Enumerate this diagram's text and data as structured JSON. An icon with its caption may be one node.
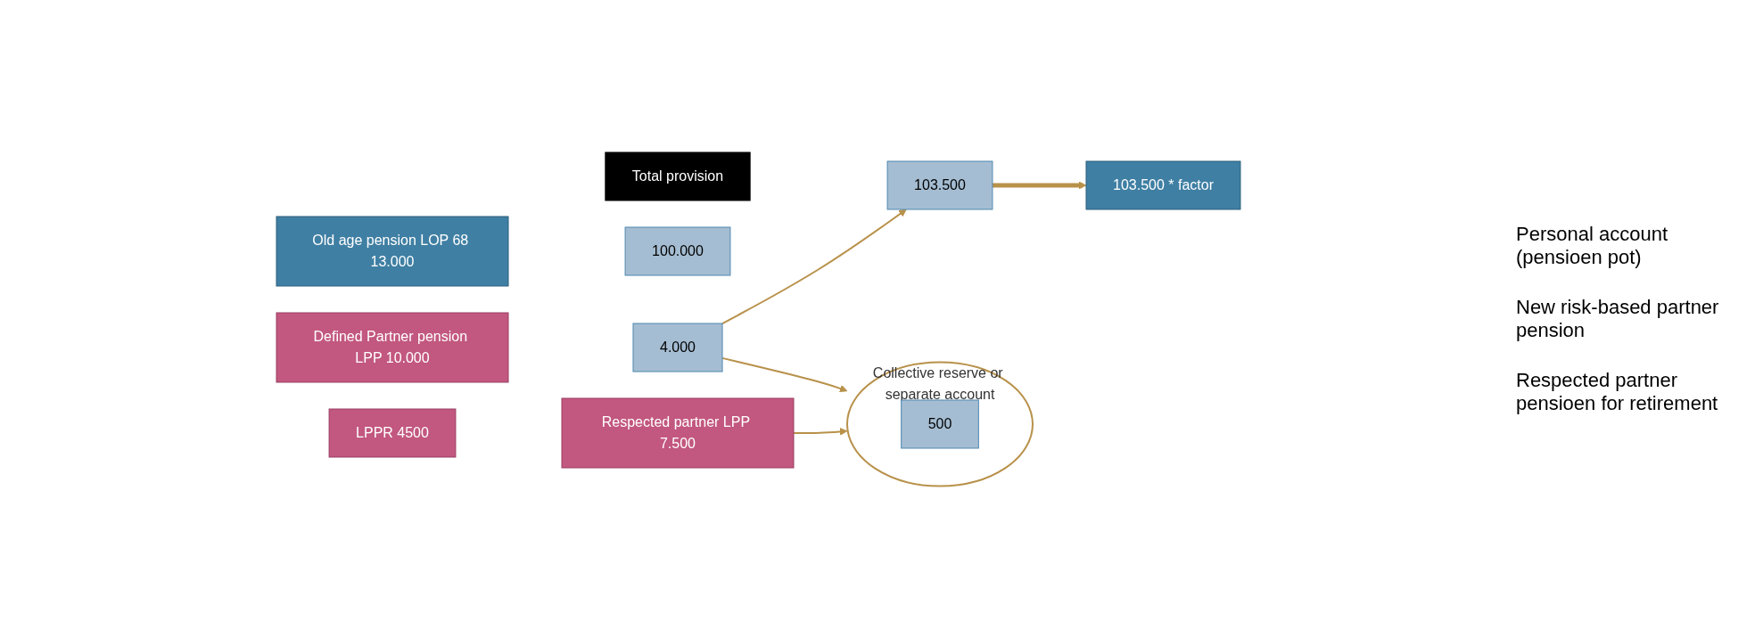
{
  "diagram": {
    "nodes": [
      {
        "text": [
          "Total provision"
        ]
      },
      {
        "text": [
          "103.500"
        ]
      },
      {
        "text": [
          "Old age pension LOP 68 13.000"
        ]
      },
      {
        "text": [
          "100.000"
        ]
      },
      {
        "text": [
          "Defined Partner pension LPP 10.000"
        ]
      },
      {
        "text": [
          "4.000"
        ]
      },
      {
        "text": [
          "103.500 * factor"
        ]
      },
      {
        "text": [
          "LPPR 4500"
        ]
      },
      {
        "text": [
          "Respected partner LPP 7.500"
        ]
      },
      {
        "text": [
          "Collective reserve or separate account"
        ]
      },
      {
        "text": [
          "500"
        ],
        "in": 9
      }
    ],
    "edges": [
      {
        "from": 5,
        "to": 1,
        "arrow": "to"
      },
      {
        "from": 1,
        "to": 6,
        "arrow": "to",
        "style": "thick"
      },
      {
        "from": 5,
        "to": 9,
        "arrow": "to"
      },
      {
        "from": 8,
        "to": 9,
        "arrow": "to"
      }
    ],
    "labels": [
      "Personal account (pensioen pot)",
      "New risk-based partner pension",
      "Respected partner pensioen for retirement"
    ]
  }
}
